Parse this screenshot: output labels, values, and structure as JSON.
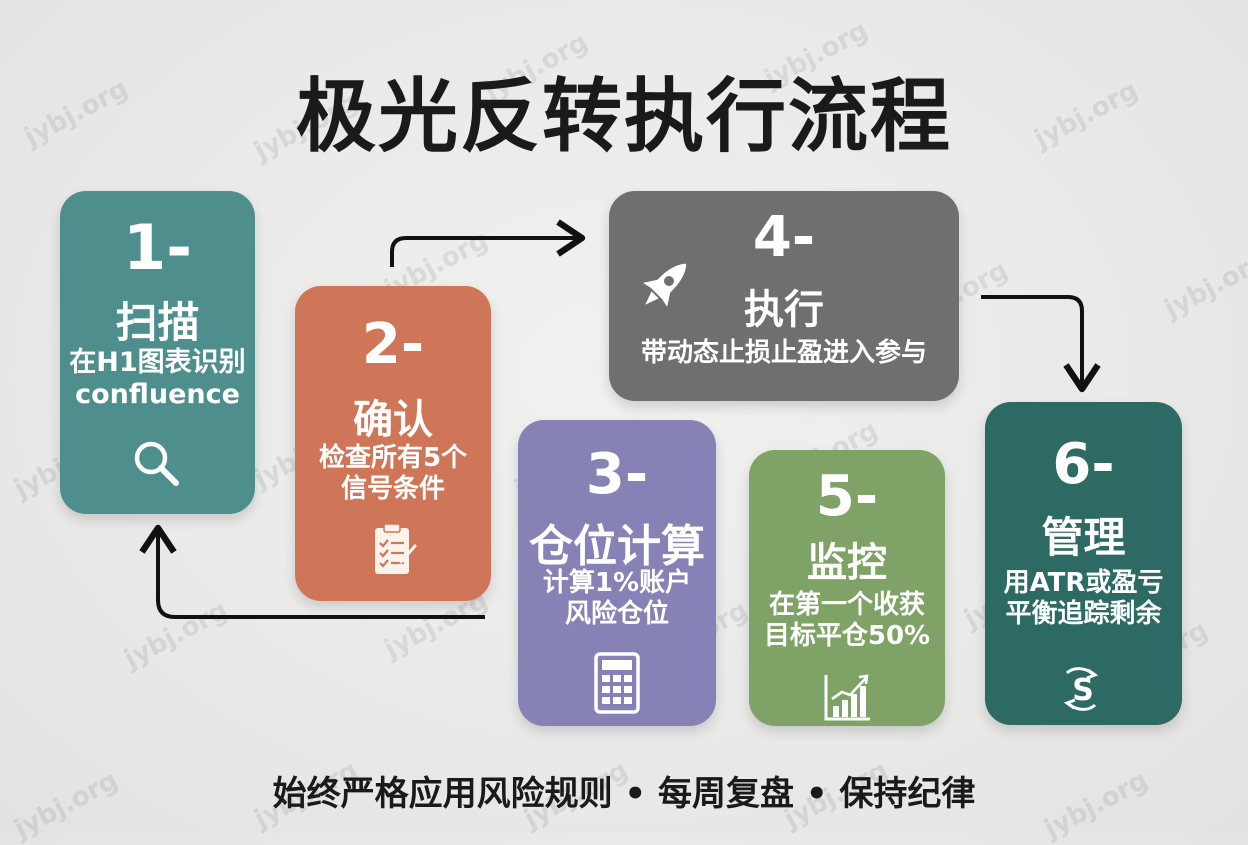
{
  "title": "极光反转执行流程",
  "steps": [
    {
      "number": "1-",
      "label": "扫描",
      "description_lines": [
        "在H1图表识别",
        "confluence"
      ],
      "icon": "search-icon",
      "color": "#4e8f8d"
    },
    {
      "number": "2-",
      "label": "确认",
      "description_lines": [
        "检查所有5个",
        "信号条件"
      ],
      "icon": "checklist-icon",
      "color": "#cf7658"
    },
    {
      "number": "3-",
      "label": "仓位计算",
      "description_lines": [
        "计算1%账户",
        "风险仓位"
      ],
      "icon": "calculator-icon",
      "color": "#8682b5"
    },
    {
      "number": "4-",
      "label": "执行",
      "description_lines": [
        "带动态止损止盈进入参与"
      ],
      "icon": "rocket-icon",
      "color": "#6f6f6f"
    },
    {
      "number": "5-",
      "label": "监控",
      "description_lines": [
        "在第一个收获",
        "目标平仓50%"
      ],
      "icon": "chart-growth-icon",
      "color": "#7fa366"
    },
    {
      "number": "6-",
      "label": "管理",
      "description_lines": [
        "用ATR或盈亏",
        "平衡追踪剩余"
      ],
      "icon": "refresh-cycle-icon",
      "color": "#2d6a63"
    }
  ],
  "footer": "始终严格应用风险规则 • 每周复盘 • 保持纪律",
  "watermark": "jybj.org",
  "arrow_color": "#111111"
}
